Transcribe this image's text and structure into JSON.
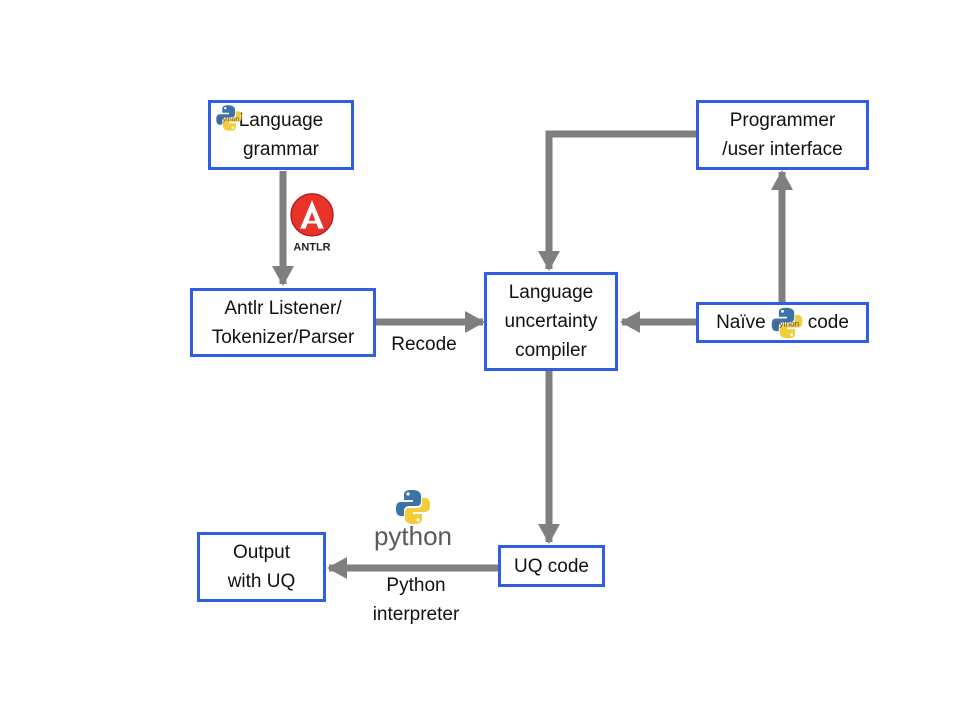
{
  "boxes": {
    "grammar": "Language\ngrammar",
    "programmer": "Programmer\n/user interface",
    "antlr_listener": "Antlr Listener/\nTokenizer/Parser",
    "compiler": "Language\nuncertainty\ncompiler",
    "naive_before": "Naïve",
    "naive_after": "code",
    "uq_code": "UQ code",
    "output": "Output\nwith UQ"
  },
  "labels": {
    "recode": "Recode",
    "interpreter": "Python\ninterpreter"
  },
  "logos": {
    "antlr_text": "ANTLR",
    "python_text": "python"
  },
  "colors": {
    "box_border": "#2f5fe0",
    "arrow": "#7f7f7f",
    "antlr_red": "#e8332a",
    "python_blue": "#3b72a8",
    "python_yellow": "#f2cc3a"
  },
  "icons": [
    "python-logo-icon",
    "antlr-logo-icon"
  ]
}
